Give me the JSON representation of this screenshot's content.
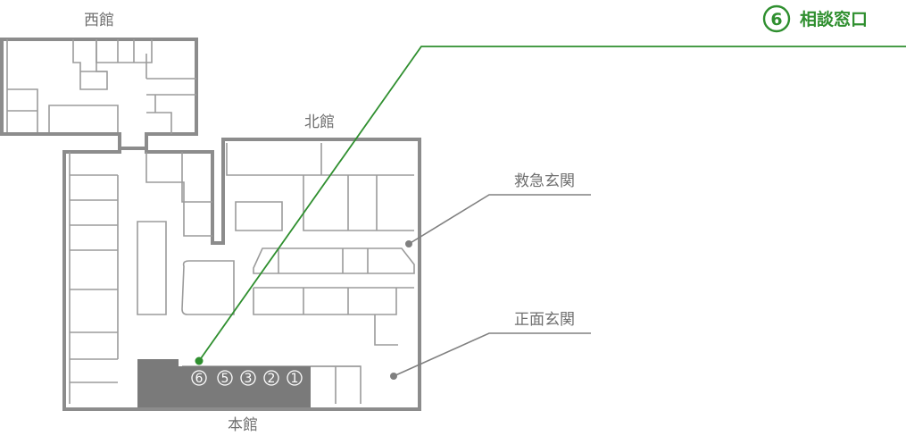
{
  "title": {
    "number": "6",
    "label": "相談窓口",
    "color": "#2f8f2f"
  },
  "buildings": {
    "west": "西館",
    "north": "北館",
    "main": "本館"
  },
  "entrances": {
    "emergency": "救急玄関",
    "front": "正面玄関"
  },
  "counters": [
    "6",
    "5",
    "3",
    "2",
    "1"
  ],
  "colors": {
    "wall": "#8c8c8c",
    "counter_area": "#7a7a7a",
    "leader": "#2f8f2f"
  }
}
